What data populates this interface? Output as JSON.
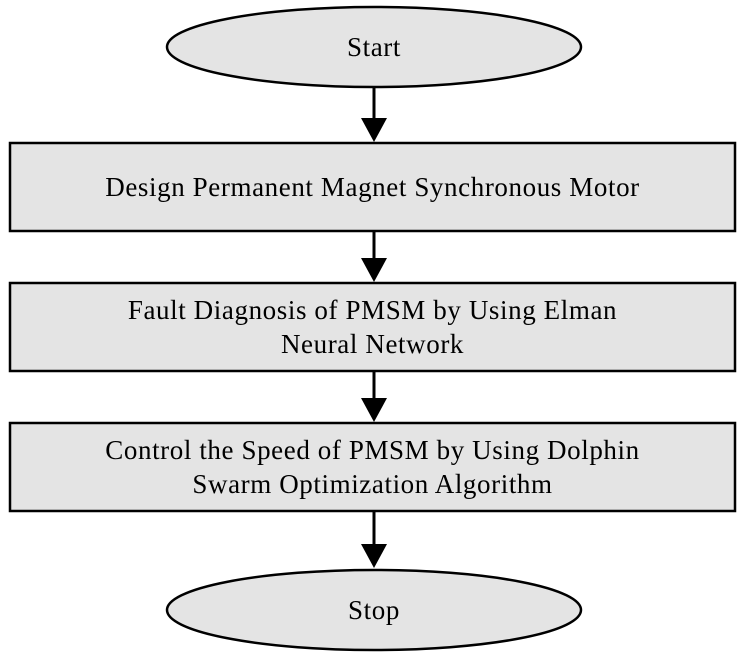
{
  "flowchart": {
    "start": {
      "label": "Start"
    },
    "steps": [
      {
        "label": "Design Permanent Magnet Synchronous Motor"
      },
      {
        "label": "Fault Diagnosis of PMSM by Using Elman\nNeural Network"
      },
      {
        "label": "Control the Speed of PMSM by Using Dolphin\nSwarm Optimization Algorithm"
      }
    ],
    "stop": {
      "label": "Stop"
    }
  },
  "colors": {
    "node_fill": "#e4e4e4",
    "stroke": "#000000",
    "text": "#000000",
    "background": "#ffffff"
  }
}
